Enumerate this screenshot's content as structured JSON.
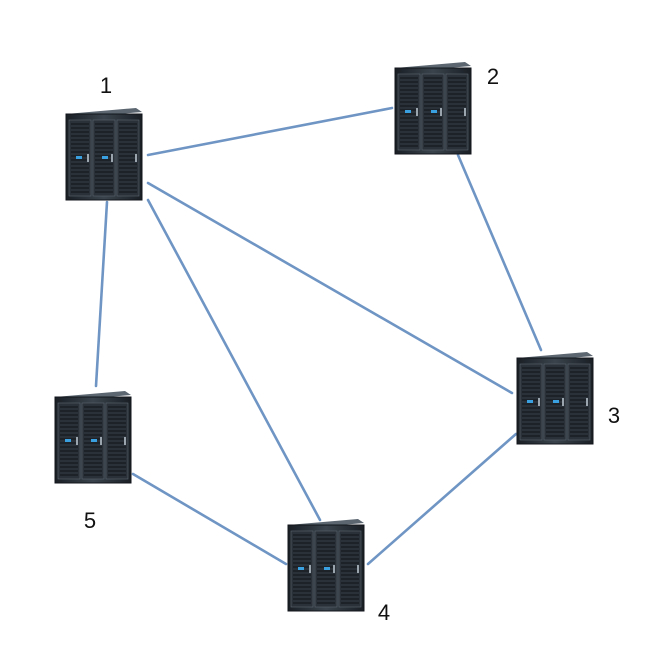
{
  "colors": {
    "edge": "#6f95c4",
    "background": "#ffffff",
    "rack_body": "#2b3138",
    "rack_shadow": "#12161b",
    "rack_highlight": "#5b6670",
    "rack_led": "#3aa0e0"
  },
  "nodes": [
    {
      "id": 1,
      "label": "1",
      "icon": "server-rack-icon"
    },
    {
      "id": 2,
      "label": "2",
      "icon": "server-rack-icon"
    },
    {
      "id": 3,
      "label": "3",
      "icon": "server-rack-icon"
    },
    {
      "id": 4,
      "label": "4",
      "icon": "server-rack-icon"
    },
    {
      "id": 5,
      "label": "5",
      "icon": "server-rack-icon"
    }
  ],
  "edges": [
    {
      "from": 1,
      "to": 2
    },
    {
      "from": 1,
      "to": 3
    },
    {
      "from": 1,
      "to": 4
    },
    {
      "from": 1,
      "to": 5
    },
    {
      "from": 2,
      "to": 3
    },
    {
      "from": 3,
      "to": 4
    },
    {
      "from": 4,
      "to": 5
    }
  ]
}
